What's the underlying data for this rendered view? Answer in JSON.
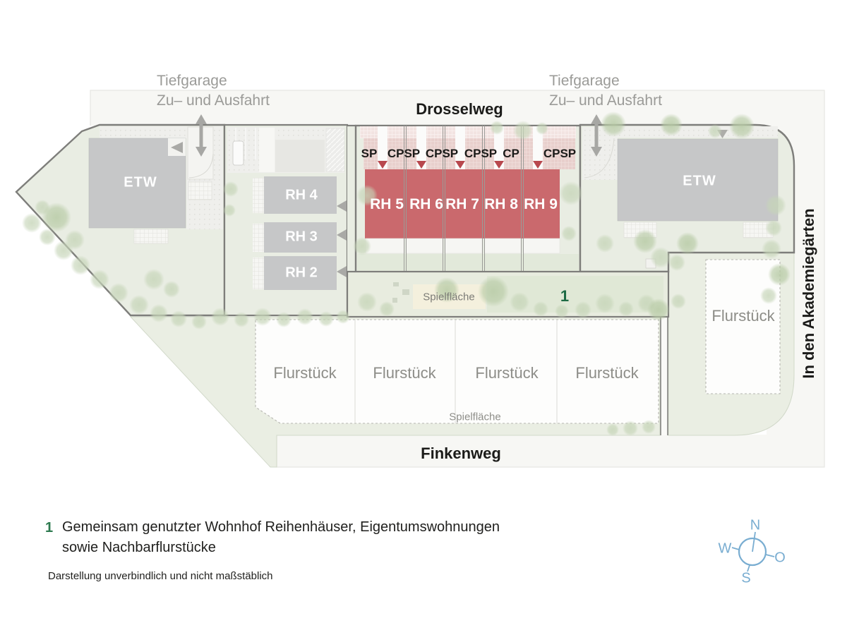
{
  "plan": {
    "streets": {
      "top": "Drosselweg",
      "bottom": "Finkenweg",
      "right": "In den Akademiegärten"
    },
    "garage_left": {
      "line1": "Tiefgarage",
      "line2": "Zu– und Ausfahrt"
    },
    "garage_right": {
      "line1": "Tiefgarage",
      "line2": "Zu– und Ausfahrt"
    },
    "buildings": {
      "etw_west": "ETW",
      "etw_east": "ETW",
      "rh_row_left": [
        "RH 4",
        "RH 3",
        "RH 2"
      ],
      "rh_row_center": [
        "RH 5",
        "RH 6",
        "RH 7",
        "RH 8",
        "RH 9"
      ]
    },
    "parking_labels": [
      "SP",
      "CPSP",
      "CPSP",
      "CPSP",
      "CP",
      "CPSP"
    ],
    "play_area_1": "Spielfläche",
    "play_area_2": "Spielfläche",
    "courtyard_marker": "1",
    "parcels_row": [
      "Flurstück",
      "Flurstück",
      "Flurstück",
      "Flurstück"
    ],
    "parcel_right": "Flurstück"
  },
  "legend": {
    "marker": "1",
    "text_line1": "Gemeinsam genutzter Wohnhof Reihenhäuser, Eigentumswohnungen",
    "text_line2": "sowie Nachbarflurstücke",
    "disclaimer": "Darstellung unverbindlich und nicht maßstäblich"
  },
  "compass": {
    "north": "N",
    "east": "O",
    "south": "S",
    "west": "W"
  },
  "colors": {
    "red_building": "#ca696d",
    "red_accent": "#b8484e",
    "gray_building": "#c6c7c8",
    "site_green": "#e9ede3",
    "street_gray": "#f7f7f4",
    "legend_green": "#2d7a4f",
    "compass_blue": "#79add1",
    "note_gray": "#9b9b98",
    "text_dark": "#1b1b19"
  }
}
